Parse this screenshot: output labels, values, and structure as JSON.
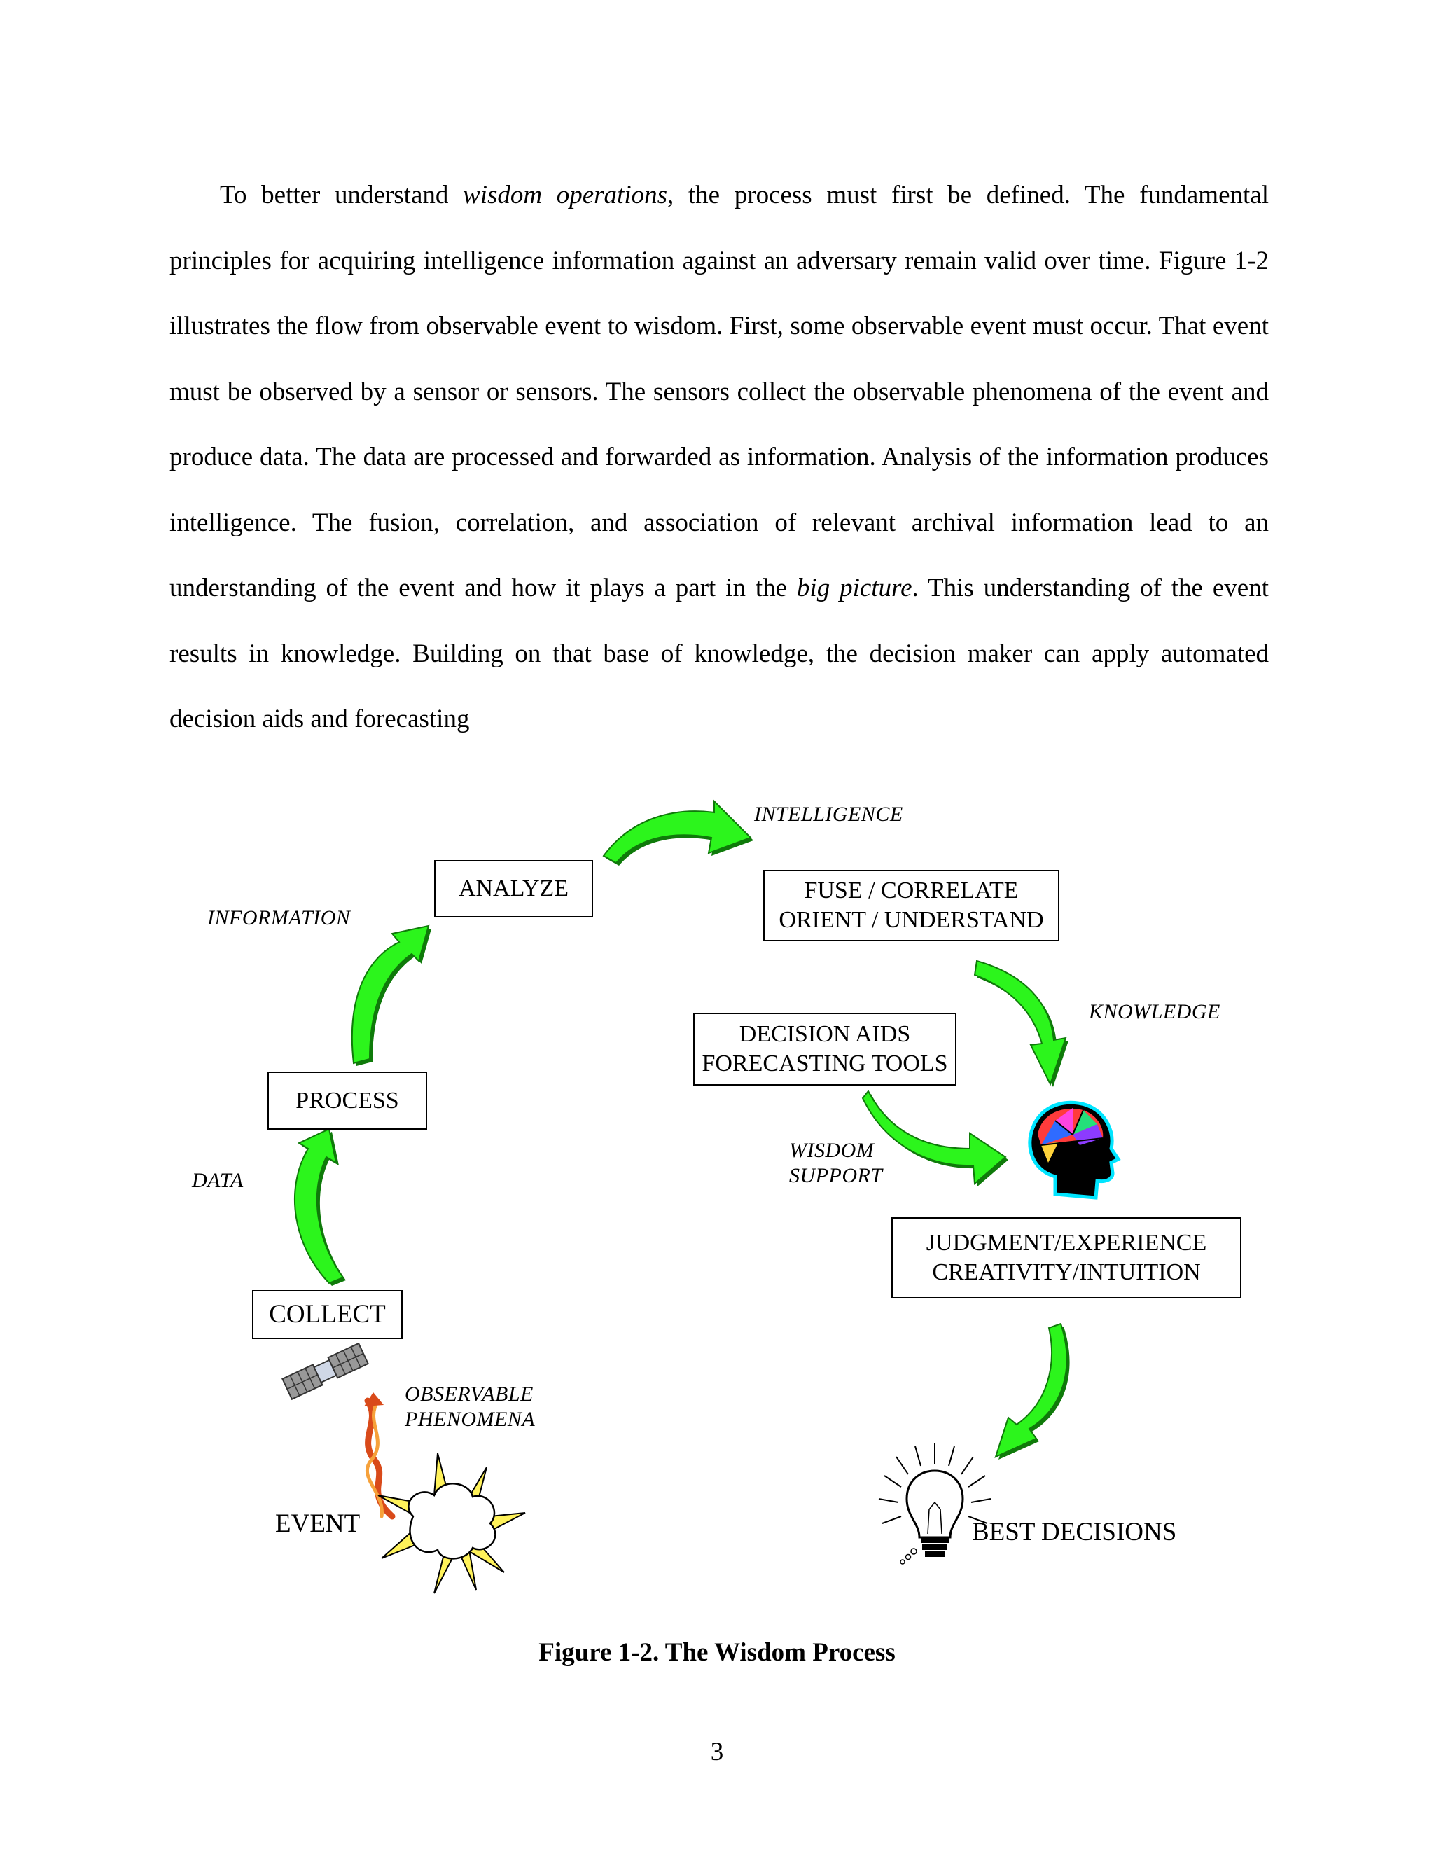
{
  "paragraph": {
    "seg1": "To better understand ",
    "seg2_italic": "wisdom operations",
    "seg3": ", the process must first be defined.  The fundamental principles for acquiring intelligence information against an adversary remain valid over time. Figure 1-2 illustrates the flow from observable event to wisdom.  First, some observable event must occur.  That event must be observed by a sensor or sensors.  The sensors collect the observable phenomena of the event and produce data.  The data are processed and forwarded as information.  Analysis of the information produces intelligence.  The fusion, correlation, and association of relevant archival information lead to an understanding of the event and how it plays a part in the ",
    "seg4_italic": "big picture",
    "seg5": ".  This understanding of the event results in knowledge.  Building on that base of knowledge, the decision maker can apply automated decision aids and forecasting"
  },
  "diagram": {
    "boxes": {
      "analyze": "ANALYZE",
      "fuse_line1": "FUSE / CORRELATE",
      "fuse_line2": "ORIENT / UNDERSTAND",
      "decision_line1": "DECISION AIDS",
      "decision_line2": "FORECASTING TOOLS",
      "process": "PROCESS",
      "collect": "COLLECT",
      "judgment_line1": "JUDGMENT/EXPERIENCE",
      "judgment_line2": "CREATIVITY/INTUITION"
    },
    "labels": {
      "intelligence": "INTELLIGENCE",
      "information": "INFORMATION",
      "knowledge": "KNOWLEDGE",
      "wisdom_line1": "WISDOM",
      "wisdom_line2": "SUPPORT",
      "data": "DATA",
      "observable_line1": "OBSERVABLE",
      "observable_line2": "PHENOMENA",
      "event": "EVENT",
      "best_decisions": "BEST DECISIONS"
    },
    "colors": {
      "arrow_fill": "#2cf51c",
      "arrow_shadow": "#0f7a0a",
      "signal": "#d94a1a"
    },
    "icons": [
      "satellite-icon",
      "explosion-icon",
      "signal-wave-icon",
      "head-brain-icon",
      "lightbulb-icon"
    ]
  },
  "caption": "Figure 1-2.  The Wisdom Process",
  "page_number": "3"
}
